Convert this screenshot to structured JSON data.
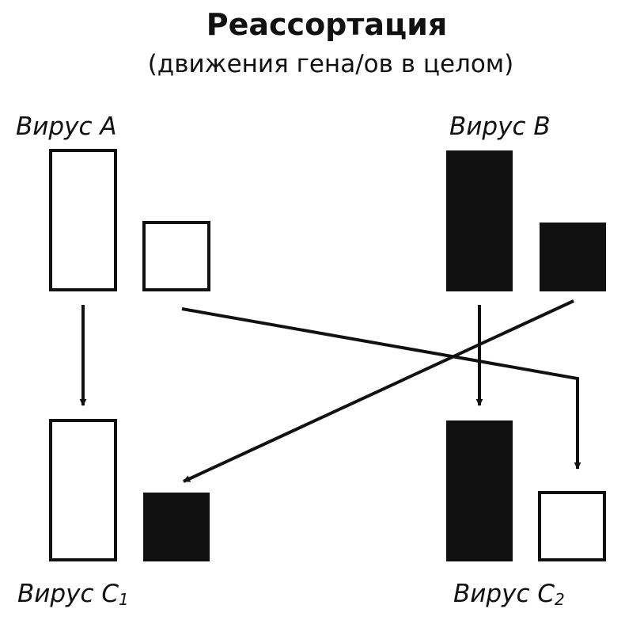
{
  "title": "Реассортация",
  "subtitle": "(движения гена/ов в целом)",
  "colors": {
    "ink": "#111111",
    "paper": "#ffffff"
  },
  "viruses": {
    "a": {
      "label": "Вирус A",
      "segments": [
        "white",
        "white"
      ]
    },
    "b": {
      "label": "Вирус B",
      "segments": [
        "black",
        "black"
      ]
    },
    "c1": {
      "label": "Вирус C",
      "subscript": "1",
      "segments": [
        "white",
        "black"
      ]
    },
    "c2": {
      "label": "Вирус C",
      "subscript": "2",
      "segments": [
        "black",
        "white"
      ]
    }
  },
  "transfers": [
    {
      "from": "a.large",
      "to": "c1.large"
    },
    {
      "from": "a.small",
      "to": "c2.small"
    },
    {
      "from": "b.large",
      "to": "c2.large"
    },
    {
      "from": "b.small",
      "to": "c1.small"
    }
  ]
}
